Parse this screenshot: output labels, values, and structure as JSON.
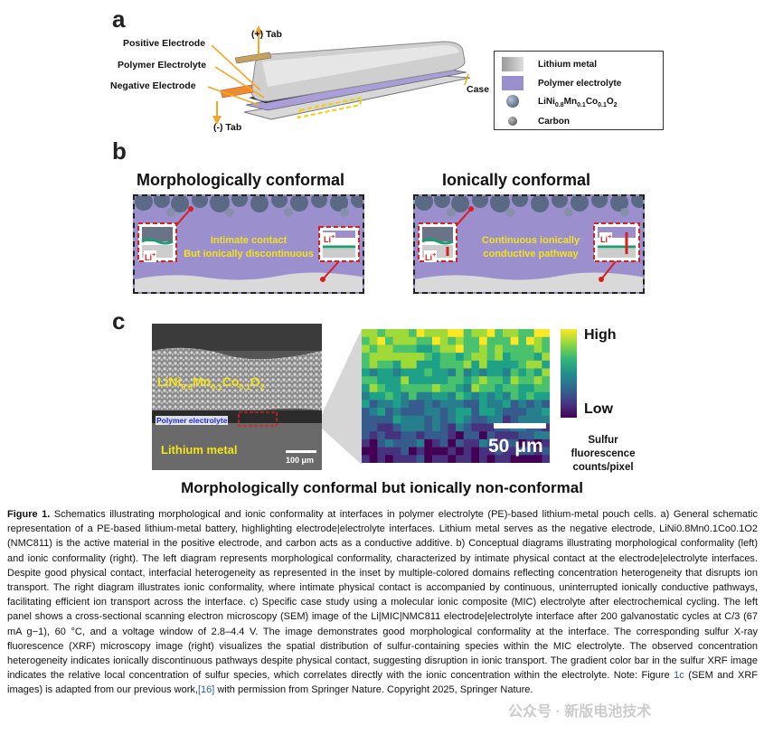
{
  "panel_a": {
    "letter": "a",
    "positive_tab": "(+) Tab",
    "negative_tab": "(-) Tab",
    "positive_electrode": "Positive Electrode",
    "polymer_electrolyte": "Polymer Electrolyte",
    "negative_electrode": "Negative Electrode",
    "case": "Case",
    "legend": [
      {
        "label": "Lithium metal",
        "color": "#c8c8c8"
      },
      {
        "label": "Polymer electrolyte",
        "color": "#9b8fce"
      },
      {
        "label": "LiNi0.8Mn0.1Co0.1O2",
        "color": "#5a6a84"
      },
      {
        "label": "Carbon",
        "color": "#666666"
      }
    ]
  },
  "panel_b": {
    "letter": "b",
    "left_title": "Morphologically conformal",
    "right_title": "Ionically conformal",
    "left_text_1": "Intimate contact",
    "left_text_2": "But ionically discontinuous",
    "right_text_1": "Continuous ionically",
    "right_text_2": "conductive pathway",
    "li_label": "Li+"
  },
  "panel_c": {
    "letter": "c",
    "sem_material": "LiNi0.8Mn0.1Co0.1O2",
    "sem_pe": "Polymer electrolyte",
    "sem_li": "Lithium metal",
    "sem_scale": "100 μm",
    "xrf_scale": "50 μm",
    "cb_high": "High",
    "cb_low": "Low",
    "cb_caption_1": "Sulfur",
    "cb_caption_2": "fluorescence",
    "cb_caption_3": "counts/pixel",
    "subtitle": "Morphologically conformal but ionically non-conformal"
  },
  "caption": {
    "figure_label": "Figure 1.",
    "text_1": " Schematics illustrating morphological and ionic conformality at interfaces in polymer electrolyte (PE)-based lithium-metal pouch cells. a) General schematic representation of a PE-based lithium-metal battery, highlighting electrode|electrolyte interfaces. Lithium metal serves as the negative electrode, LiNi",
    "text_2": " (NMC811) is the active material in the positive electrode, and carbon acts as a conductive additive. b) Conceptual diagrams illustrating morphological conformality (left) and ionic conformality (right). The left diagram represents morphological conformality, characterized by intimate physical contact at the electrode|electrolyte interfaces. Despite good physical contact, interfacial heterogeneity as represented in the inset by multiple-colored domains reflecting concentration heterogeneity that disrupts ion transport. The right diagram illustrates ionic conformality, where intimate physical contact is accompanied by continuous, uninterrupted ionically conductive pathways, facilitating efficient ion transport across the interface. c) Specific case study using a molecular ionic composite (MIC) electrolyte after electrochemical cycling. The left panel shows a cross-sectional scanning electron microscopy (SEM) image of the Li|MIC|NMC811 electrode|electrolyte interface after 200 galvanostatic cycles at C/3 (67 mA g",
    "text_3": "), 60 °C, and a voltage window of 2.8–4.4 V. The image demonstrates good morphological conformality at the interface. The corresponding sulfur X-ray fluorescence (XRF) microscopy image (right) visualizes the spatial distribution of sulfur-containing species within the MIC electrolyte. The observed concentration heterogeneity indicates ionically discontinuous pathways despite physical contact, suggesting disruption in ionic transport. The gradient color bar in the sulfur XRF image indicates the relative local concentration of sulfur species, which correlates directly with the ionic concentration within the electrolyte. Note: Figure ",
    "fig_ref": "1c",
    "text_4": " (SEM and XRF images) is adapted from our previous work,",
    "ref": "[16]",
    "text_5": " with permission from Springer Nature. Copyright 2025, Springer Nature."
  },
  "watermark": "公众号 · 新版电池技术",
  "colors": {
    "electrolyte": "#9b8fce",
    "highlight_text": "#f4e21a",
    "red_dash": "#d81e1e",
    "tab_arrow": "#f5a623"
  }
}
